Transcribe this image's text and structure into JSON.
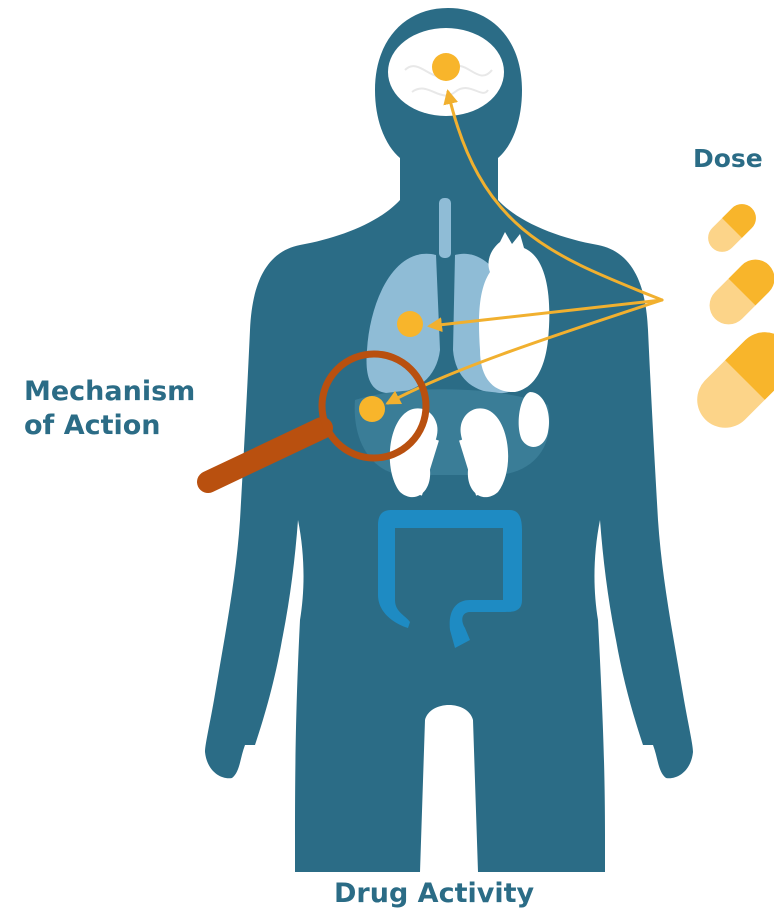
{
  "labels": {
    "dose": "Dose",
    "mechanism_line1": "Mechanism",
    "mechanism_line2": "of Action",
    "drug_activity": "Drug Activity"
  },
  "colors": {
    "body": "#2b6c86",
    "lungs": "#8fbcd6",
    "organs_white": "#ffffff",
    "intestine": "#1e8bc3",
    "target_dot": "#f8b52b",
    "arrow": "#f1b02f",
    "pill_light": "#fcd489",
    "pill_dark": "#f8b52b",
    "magnifier": "#b9500f",
    "text": "#2b6c86"
  },
  "icons": [
    "pill-icon",
    "magnifying-glass-icon",
    "brain-icon",
    "heart-icon",
    "lungs-icon",
    "kidney-icon",
    "intestine-icon"
  ]
}
